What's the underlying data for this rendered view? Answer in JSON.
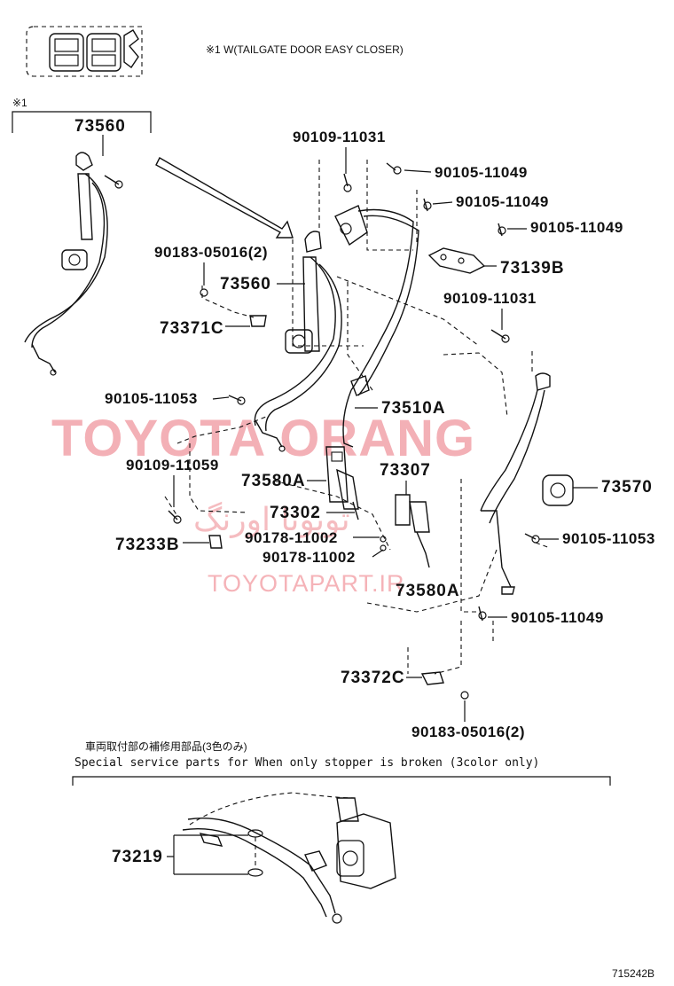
{
  "header": {
    "note": "※1 W(TAILGATE DOOR EASY CLOSER)",
    "inset_marker": "※1"
  },
  "watermarks": {
    "main": "TOYOTA ORANG",
    "site": "TOYOTAPART.IR",
    "persian": "تويوتا اورنگ"
  },
  "parts": {
    "p73560_inset": "73560",
    "p90109_11031_top": "90109-11031",
    "p90105_11049_a": "90105-11049",
    "p90105_11049_b": "90105-11049",
    "p90105_11049_c": "90105-11049",
    "p73139B": "73139B",
    "p90183_05016_top": "90183-05016(2)",
    "p73560_main": "73560",
    "p73371C": "73371C",
    "p90109_11031_right": "90109-11031",
    "p90105_11053_left": "90105-11053",
    "p73510A": "73510A",
    "p90109_11059": "90109-11059",
    "p73307": "73307",
    "p73580A_left": "73580A",
    "p73570": "73570",
    "p73302": "73302",
    "p90178_11002_a": "90178-11002",
    "p73233B": "73233B",
    "p90105_11053_right": "90105-11053",
    "p90178_11002_b": "90178-11002",
    "p73580A_right": "73580A",
    "p90105_11049_d": "90105-11049",
    "p73372C": "73372C",
    "p90183_05016_bottom": "90183-05016(2)",
    "p73219": "73219"
  },
  "service_note": {
    "japanese": "車両取付部の補修用部品(3色のみ)",
    "english": "Special  service  parts  for  When  only  stopper  is  broken  (3color  only)"
  },
  "footer": {
    "code": "715242B"
  }
}
